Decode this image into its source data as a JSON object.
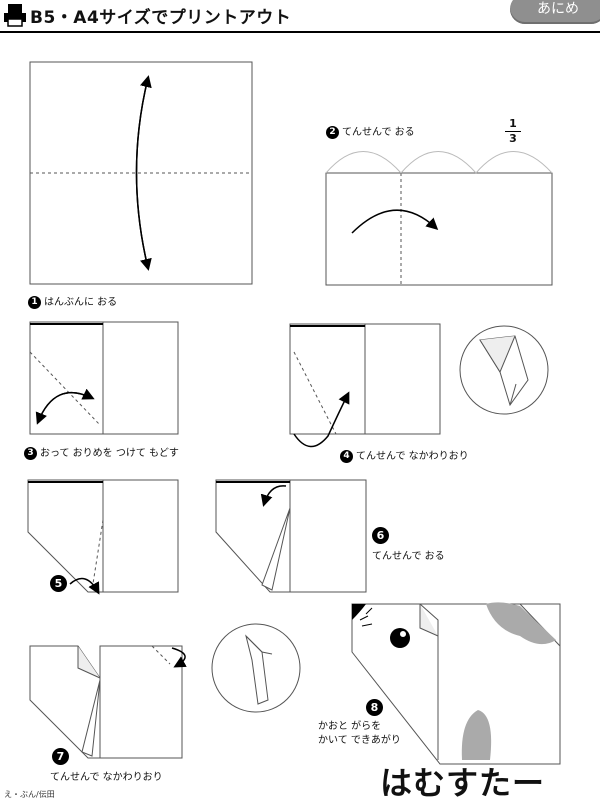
{
  "header": {
    "title": "B5・A4サイズでプリントアウト",
    "tab_label": "あにめ",
    "icon": "printer-icon"
  },
  "steps": {
    "s1": {
      "number": "1",
      "text": "はんぶんに おる"
    },
    "s2": {
      "number": "2",
      "text": "てんせんで おる",
      "fraction_num": "1",
      "fraction_den": "3"
    },
    "s3": {
      "number": "3",
      "text": "おって おりめを つけて もどす"
    },
    "s4": {
      "number": "4",
      "text": "てんせんで なかわりおり"
    },
    "s5": {
      "number": "5"
    },
    "s6": {
      "number": "6",
      "text": "てんせんで おる"
    },
    "s7": {
      "number": "7",
      "text": "てんせんで なかわりおり"
    },
    "s8": {
      "number": "8",
      "text_line1": "かおと がらを",
      "text_line2": "かいて できあがり"
    }
  },
  "final_title": "はむすたー",
  "footer_note": "え・ぶん/伝田"
}
